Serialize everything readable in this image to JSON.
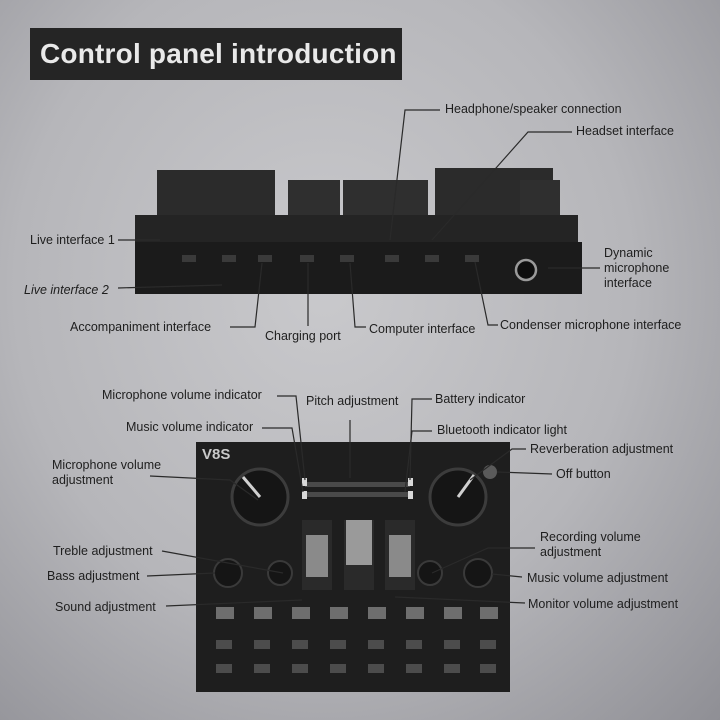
{
  "title": "Control panel introduction",
  "top_panel": {
    "labels": {
      "headphone_speaker": "Headphone/speaker connection",
      "headset_interface": "Headset interface",
      "live_interface_1": "Live interface 1",
      "live_interface_2": "Live interface 2",
      "dynamic_mic": "Dynamic microphone interface",
      "accompaniment": "Accompaniment interface",
      "charging_port": "Charging port",
      "computer_interface": "Computer interface",
      "condenser_mic": "Condenser microphone interface"
    }
  },
  "bottom_panel": {
    "model": "V8S",
    "labels": {
      "mic_volume_indicator": "Microphone volume indicator",
      "pitch_adjustment": "Pitch adjustment",
      "battery_indicator": "Battery indicator",
      "music_volume_indicator": "Music volume indicator",
      "bluetooth_indicator": "Bluetooth indicator light",
      "reverberation_adjustment": "Reverberation adjustment",
      "mic_volume_adjustment": "Microphone volume adjustment",
      "off_button": "Off button",
      "recording_volume": "Recording volume adjustment",
      "treble_adjustment": "Treble adjustment",
      "bass_adjustment": "Bass adjustment",
      "music_volume_adjustment": "Music volume adjustment",
      "sound_adjustment": "Sound adjustment",
      "monitor_volume": "Monitor volume adjustment"
    }
  }
}
